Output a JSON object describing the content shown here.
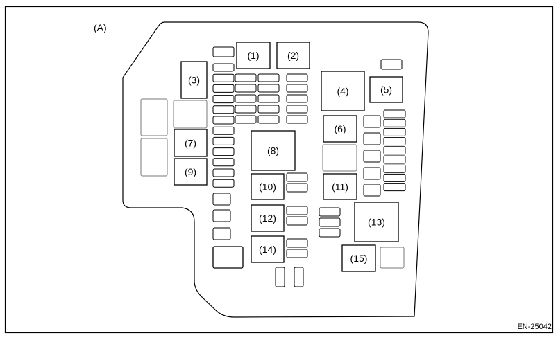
{
  "view_label": "(A)",
  "figure_code": "EN-25042",
  "relays": [
    {
      "id": "1",
      "label": "(1)"
    },
    {
      "id": "2",
      "label": "(2)"
    },
    {
      "id": "3",
      "label": "(3)"
    },
    {
      "id": "4",
      "label": "(4)"
    },
    {
      "id": "5",
      "label": "(5)"
    },
    {
      "id": "6",
      "label": "(6)"
    },
    {
      "id": "7",
      "label": "(7)"
    },
    {
      "id": "8",
      "label": "(8)"
    },
    {
      "id": "9",
      "label": "(9)"
    },
    {
      "id": "10",
      "label": "(10)"
    },
    {
      "id": "11",
      "label": "(11)"
    },
    {
      "id": "12",
      "label": "(12)"
    },
    {
      "id": "13",
      "label": "(13)"
    },
    {
      "id": "14",
      "label": "(14)"
    },
    {
      "id": "15",
      "label": "(15)"
    }
  ]
}
